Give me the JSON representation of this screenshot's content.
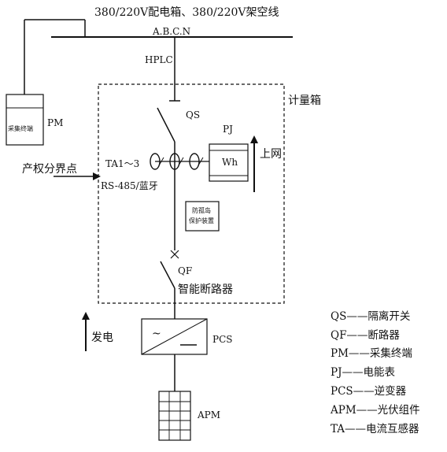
{
  "title": "380/220V配电箱、380/220V架空线",
  "bus_phases": "A.B.C.N",
  "hplc": "HPLC",
  "meter_box": "计量箱",
  "pm_box": "采集终端",
  "pm": "PM",
  "qs": "QS",
  "pj": "PJ",
  "wh": "Wh",
  "upload": "上网",
  "ta": "TA1～3",
  "boundary": "产权分界点",
  "rs485": "RS-485/蓝牙",
  "anti_island_line1": "防孤岛",
  "anti_island_line2": "保护装置",
  "qf": "QF",
  "breaker_name": "智能断路器",
  "generation": "发电",
  "inverter_ac": "~",
  "pcs": "PCS",
  "apm": "APM",
  "legend": [
    "QS——隔离开关",
    "QF——断路器",
    "PM——采集终端",
    "PJ——电能表",
    "PCS——逆变器",
    "APM——光伏组件",
    "TA——电流互感器"
  ]
}
